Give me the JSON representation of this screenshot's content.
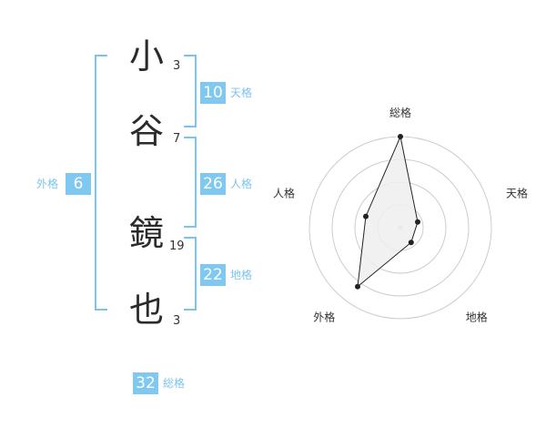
{
  "name": {
    "chars": [
      {
        "char": "小",
        "strokes": "3"
      },
      {
        "char": "谷",
        "strokes": "7"
      },
      {
        "char": "鏡",
        "strokes": "19"
      },
      {
        "char": "也",
        "strokes": "3"
      }
    ]
  },
  "fortunes": {
    "tenkaku": {
      "value": "10",
      "label": "天格"
    },
    "jinkaku": {
      "value": "26",
      "label": "人格"
    },
    "chikaku": {
      "value": "22",
      "label": "地格"
    },
    "gaikaku": {
      "value": "6",
      "label": "外格"
    },
    "soukaku": {
      "value": "32",
      "label": "総格"
    }
  },
  "chart_data": {
    "type": "radar",
    "axes": [
      "総格",
      "天格",
      "地格",
      "外格",
      "人格"
    ],
    "values": [
      1.0,
      0.2,
      0.2,
      0.8,
      0.4
    ],
    "range": [
      0,
      1
    ],
    "rings": 4,
    "colors": {
      "fill": "#eeeeee",
      "line": "#222222",
      "ring": "#cccccc",
      "center": "#cccccc"
    }
  }
}
